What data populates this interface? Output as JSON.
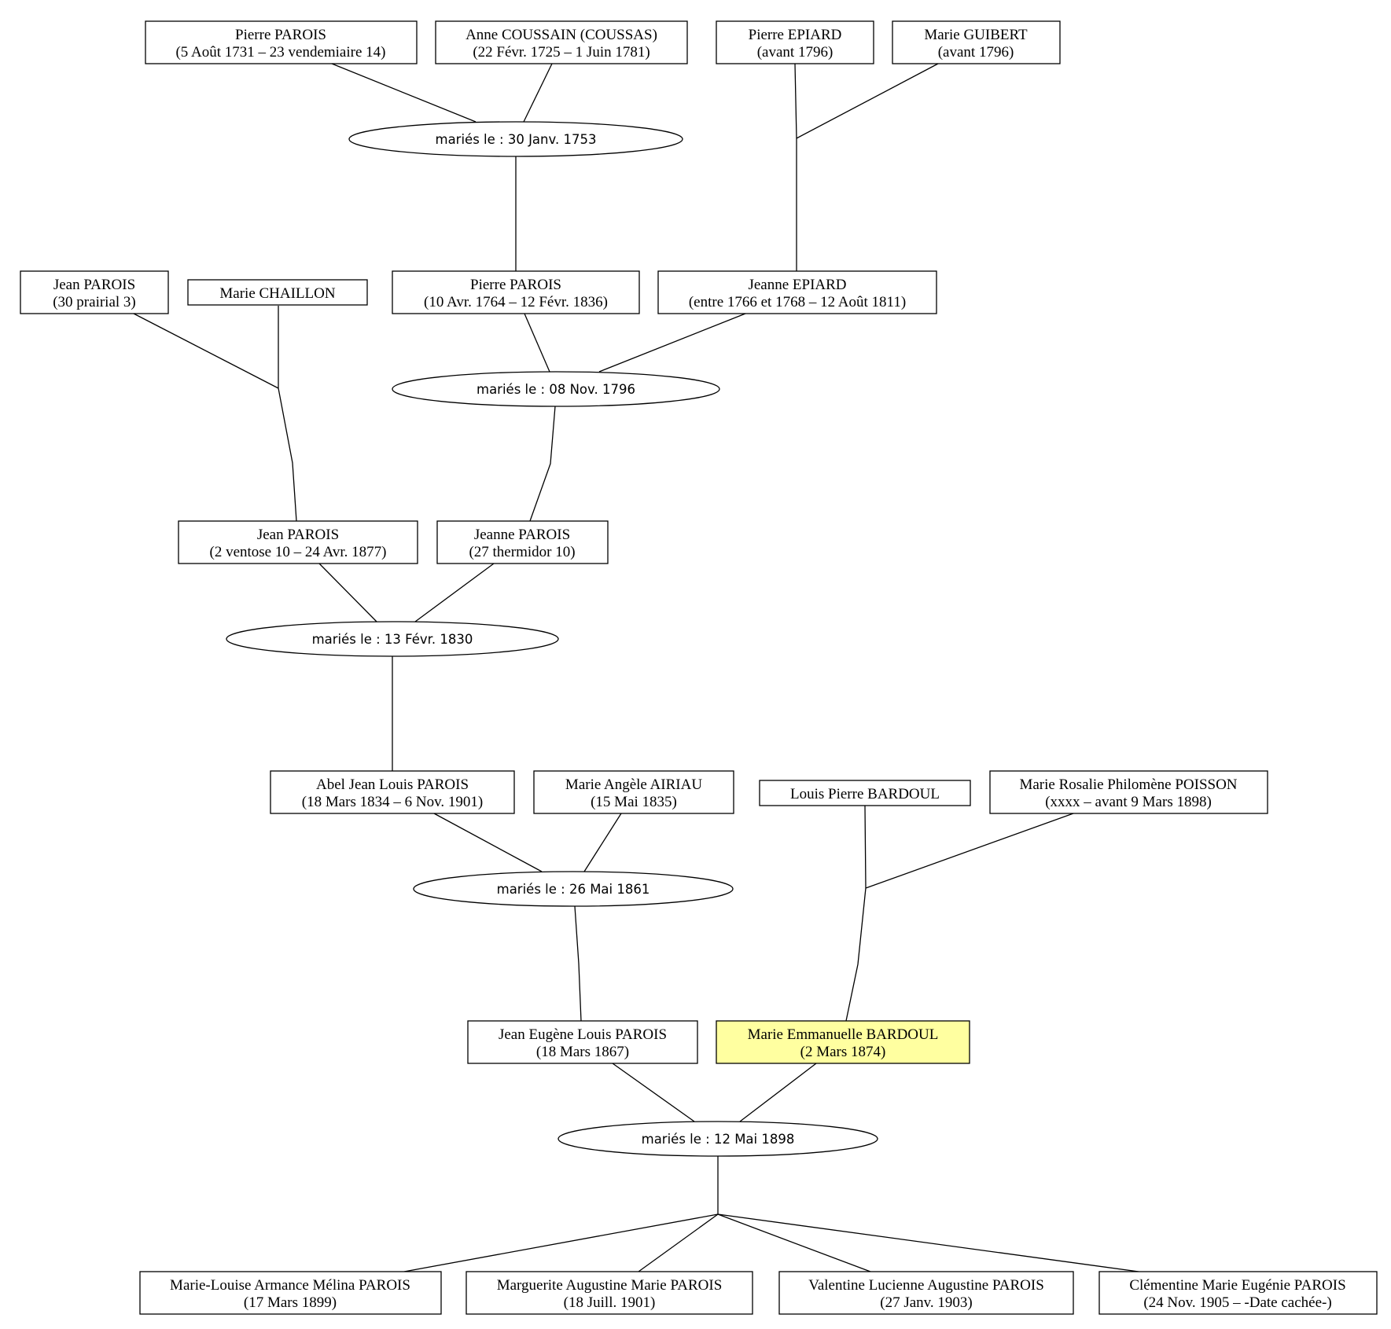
{
  "colors": {
    "highlight": "#ffffa0",
    "stroke": "#000000",
    "background": "#ffffff"
  },
  "persons": {
    "p1": {
      "name": "Pierre PAROIS",
      "dates": "(5 Août 1731 – 23 vendemiaire 14)"
    },
    "p2": {
      "name": "Anne COUSSAIN (COUSSAS)",
      "dates": "(22 Févr. 1725 – 1 Juin 1781)"
    },
    "p3": {
      "name": "Pierre EPIARD",
      "dates": "(avant 1796)"
    },
    "p4": {
      "name": "Marie GUIBERT",
      "dates": "(avant 1796)"
    },
    "p5": {
      "name": "Jean PAROIS",
      "dates": "(30 prairial 3)"
    },
    "p6": {
      "name": "Marie CHAILLON",
      "dates": ""
    },
    "p7": {
      "name": "Pierre PAROIS",
      "dates": "(10 Avr. 1764 – 12 Févr. 1836)"
    },
    "p8": {
      "name": "Jeanne EPIARD",
      "dates": "(entre 1766 et 1768 – 12 Août 1811)"
    },
    "p9": {
      "name": "Jean PAROIS",
      "dates": "(2 ventose 10 – 24 Avr. 1877)"
    },
    "p10": {
      "name": "Jeanne PAROIS",
      "dates": "(27 thermidor 10)"
    },
    "p11": {
      "name": "Abel Jean Louis PAROIS",
      "dates": "(18 Mars 1834 – 6 Nov. 1901)"
    },
    "p12": {
      "name": "Marie Angèle AIRIAU",
      "dates": "(15 Mai 1835)"
    },
    "p13": {
      "name": "Louis Pierre BARDOUL",
      "dates": ""
    },
    "p14": {
      "name": "Marie Rosalie Philomène POISSON",
      "dates": "(xxxx – avant 9 Mars 1898)"
    },
    "p15": {
      "name": "Jean Eugène Louis PAROIS",
      "dates": "(18 Mars 1867)"
    },
    "p16": {
      "name": "Marie Emmanuelle BARDOUL",
      "dates": "(2 Mars 1874)"
    },
    "p17": {
      "name": "Marie-Louise Armance Mélina PAROIS",
      "dates": "(17 Mars 1899)"
    },
    "p18": {
      "name": "Marguerite Augustine Marie PAROIS",
      "dates": "(18 Juill. 1901)"
    },
    "p19": {
      "name": "Valentine Lucienne Augustine PAROIS",
      "dates": "(27 Janv. 1903)"
    },
    "p20": {
      "name": "Clémentine Marie Eugénie PAROIS",
      "dates": "(24 Nov. 1905 – -Date cachée-)"
    }
  },
  "marriages": {
    "m1": {
      "label": "mariés le : 30 Janv. 1753"
    },
    "m2": {
      "label": "mariés le : 08 Nov. 1796"
    },
    "m3": {
      "label": "mariés le : 13 Févr. 1830"
    },
    "m4": {
      "label": "mariés le : 26 Mai 1861"
    },
    "m5": {
      "label": "mariés le : 12 Mai 1898"
    }
  }
}
